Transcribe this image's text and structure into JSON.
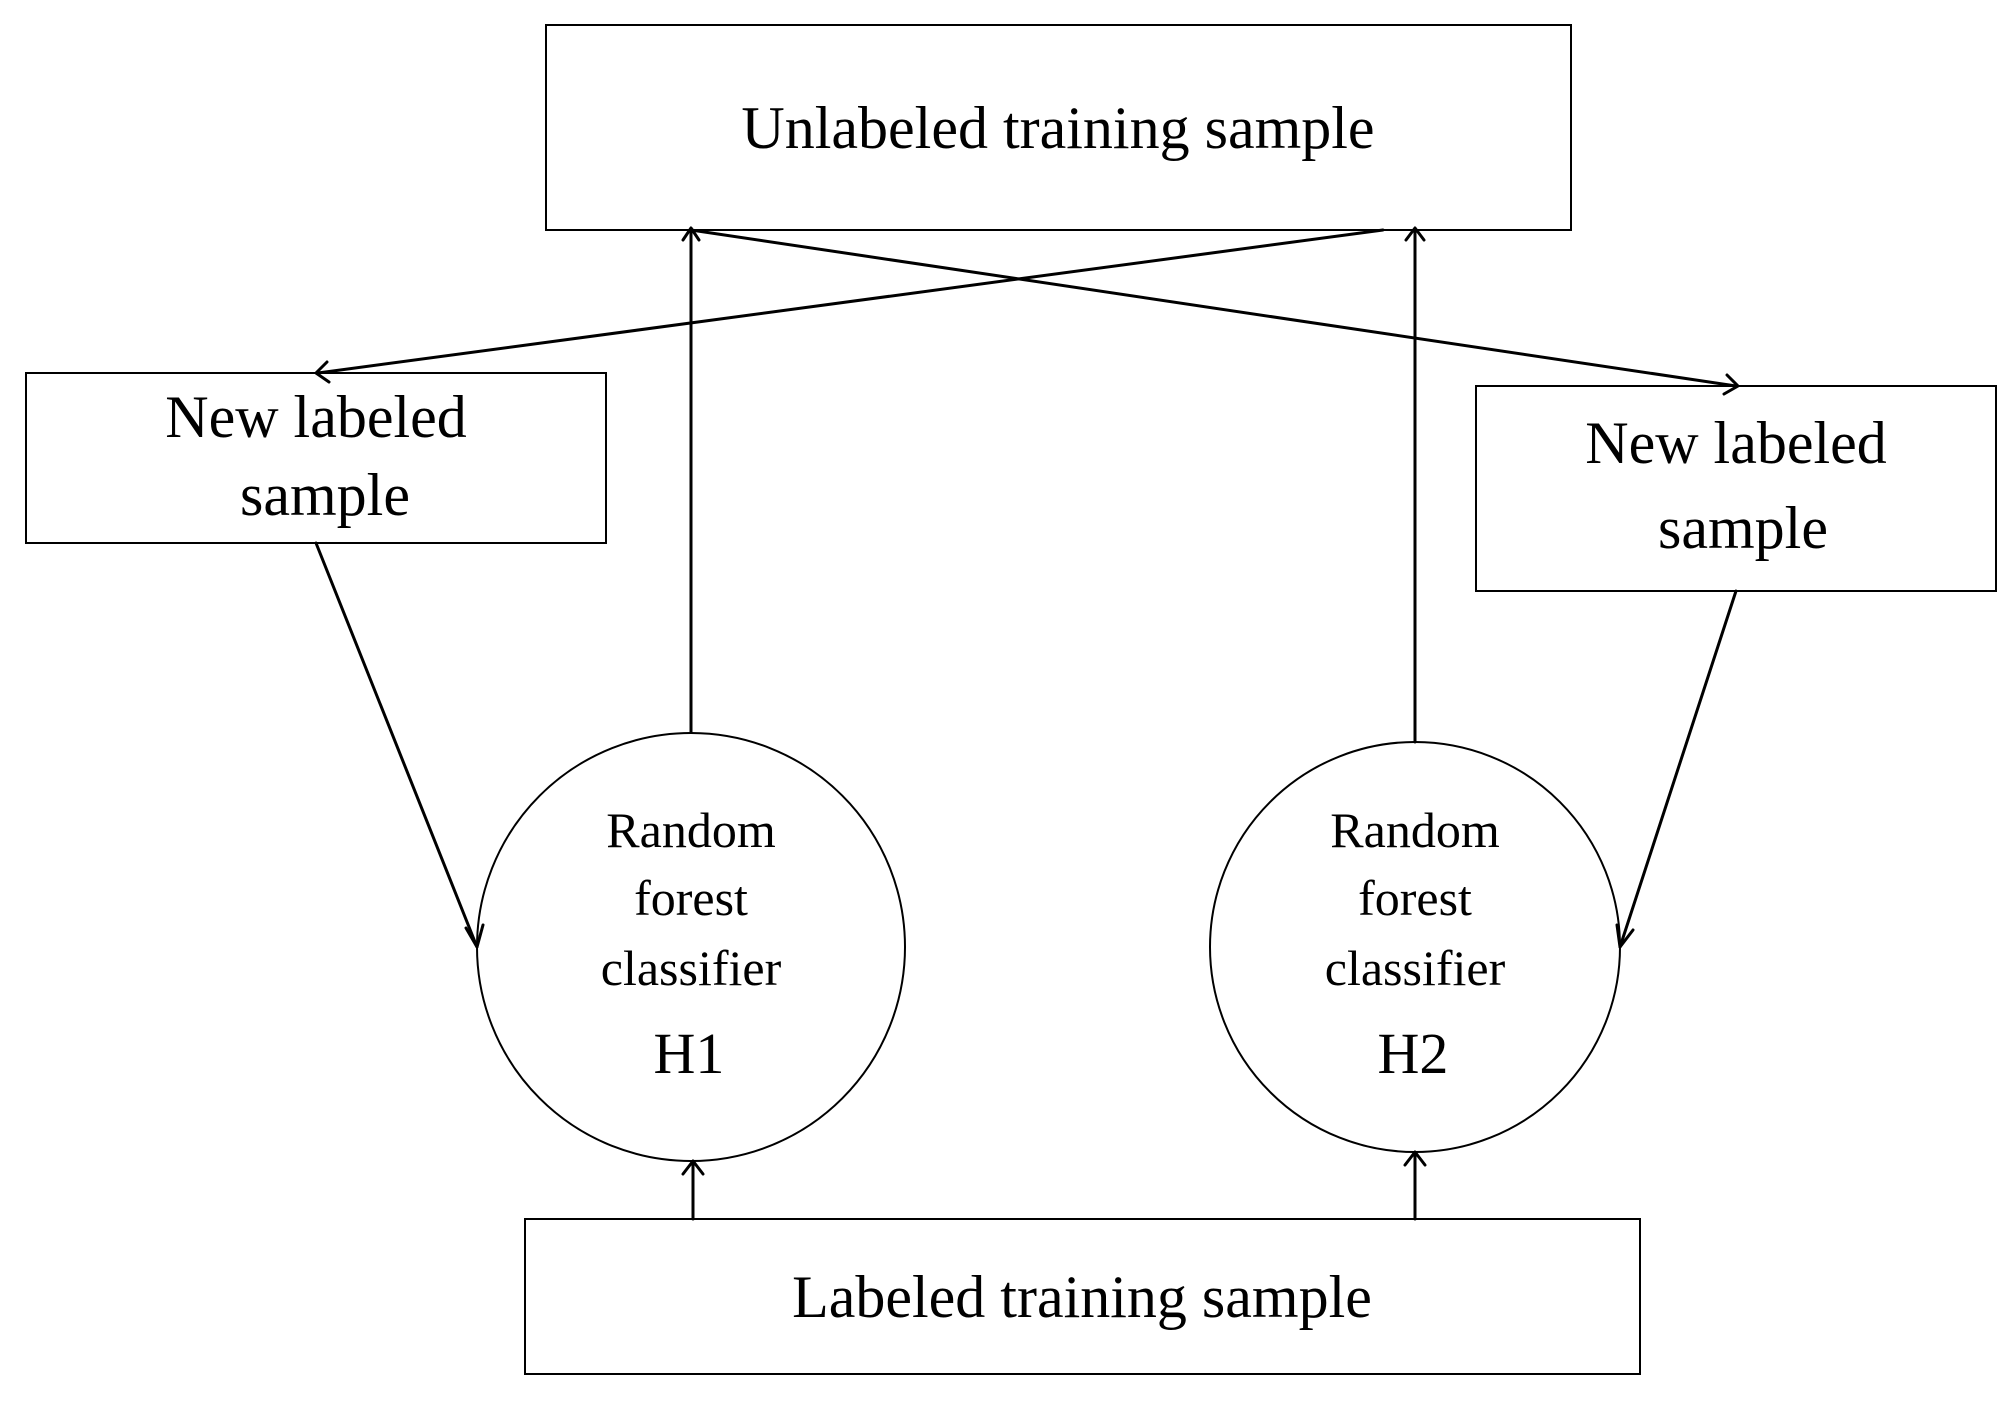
{
  "diagram": {
    "nodes": {
      "unlabeled": {
        "text": "Unlabeled training sample"
      },
      "new_left": {
        "line1": "New labeled",
        "line2": "sample"
      },
      "new_right": {
        "line1": "New labeled",
        "line2": "sample"
      },
      "h1": {
        "line1": "Random",
        "line2": "forest",
        "line3": "classifier",
        "line4": "H1"
      },
      "h2": {
        "line1": "Random",
        "line2": "forest",
        "line3": "classifier",
        "line4": "H2"
      },
      "labeled": {
        "text": "Labeled training sample"
      }
    },
    "edges": [
      {
        "from": "h1",
        "to": "unlabeled"
      },
      {
        "from": "h2",
        "to": "unlabeled"
      },
      {
        "from": "unlabeled",
        "to": "new_left"
      },
      {
        "from": "unlabeled",
        "to": "new_right"
      },
      {
        "from": "new_left",
        "to": "h1"
      },
      {
        "from": "new_right",
        "to": "h2"
      },
      {
        "from": "labeled",
        "to": "h1"
      },
      {
        "from": "labeled",
        "to": "h2"
      }
    ]
  }
}
